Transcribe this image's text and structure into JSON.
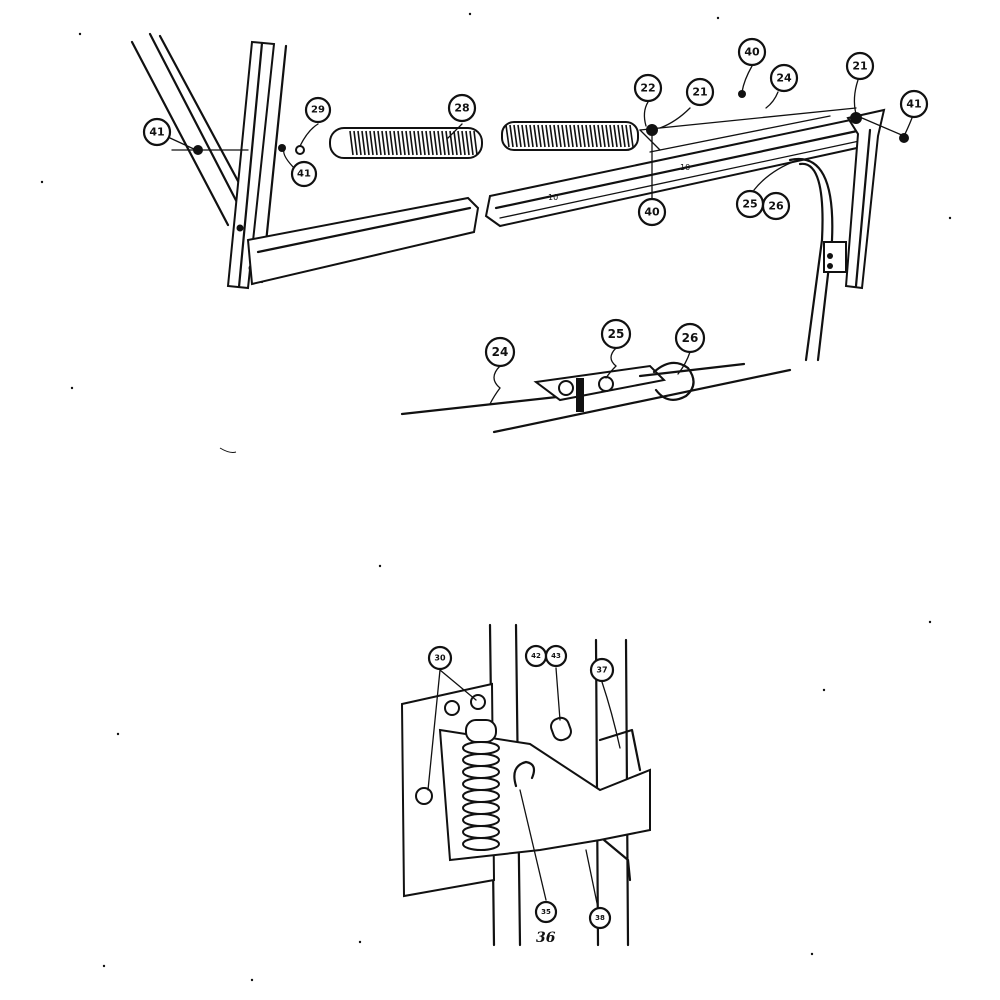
{
  "callouts": {
    "top_left_41": "41",
    "top_29": "29",
    "top_41b": "41",
    "top_28": "28",
    "top_22": "22",
    "top_21a": "21",
    "top_40a": "40",
    "top_40b": "40",
    "top_24": "24",
    "top_21b": "21",
    "top_right_41": "41",
    "top_25": "25",
    "top_26": "26",
    "mid_24": "24",
    "mid_25": "25",
    "mid_26": "26",
    "bot_30": "30",
    "bot_42": "42",
    "bot_43": "43",
    "bot_37": "37",
    "bot_35": "35",
    "bot_38": "38"
  },
  "handwritten": {
    "bot_36": "36"
  },
  "rail_marks": {
    "a": "10",
    "b": "10"
  }
}
